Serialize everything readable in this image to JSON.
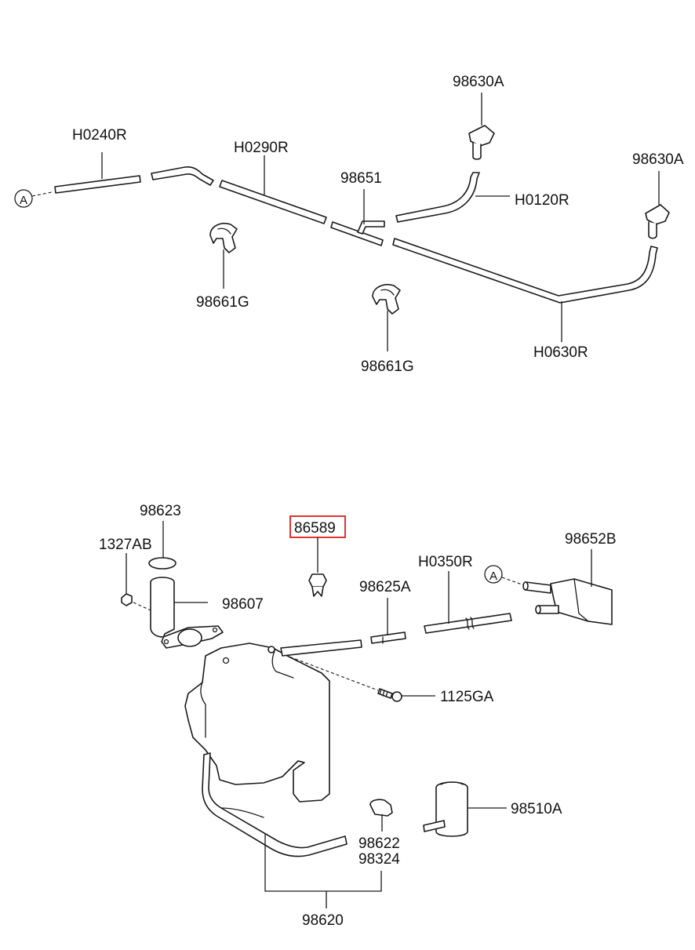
{
  "highlight_color": "#d62020",
  "callouts": {
    "ref_a_top": "A",
    "ref_a_bottom": "A",
    "h0240r": "H0240R",
    "h0290r": "H0290R",
    "p98651": "98651",
    "p98630a_1": "98630A",
    "p98630a_2": "98630A",
    "h0120r": "H0120R",
    "p98661g_1": "98661G",
    "p98661g_2": "98661G",
    "h0630r": "H0630R",
    "p98623": "98623",
    "p1327ab": "1327AB",
    "p86589": "86589",
    "p98652b": "98652B",
    "h0350r": "H0350R",
    "p98607": "98607",
    "p98625a": "98625A",
    "p1125ga": "1125GA",
    "p98510a": "98510A",
    "p98622": "98622",
    "p98324": "98324",
    "p98620": "98620"
  }
}
